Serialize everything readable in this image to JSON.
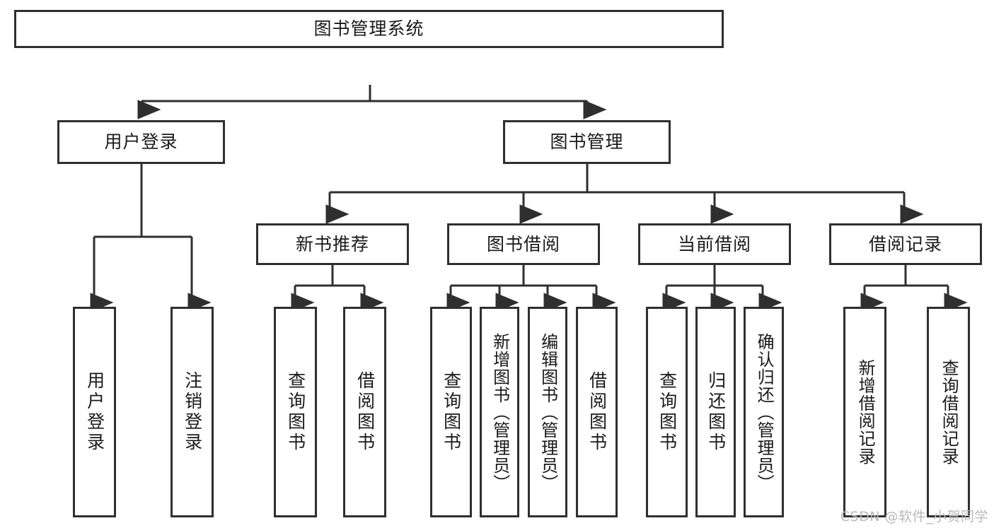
{
  "diagram": {
    "title": "图书管理系统",
    "type": "tree-hierarchy-chart",
    "levels": {
      "root": {
        "label": "图书管理系统"
      },
      "level2": [
        {
          "label": "用户登录"
        },
        {
          "label": "图书管理"
        }
      ],
      "level3": [
        {
          "label": "新书推荐"
        },
        {
          "label": "图书借阅"
        },
        {
          "label": "当前借阅"
        },
        {
          "label": "借阅记录"
        }
      ],
      "leaves": {
        "user_login": [
          {
            "label": "用户登录"
          },
          {
            "label": "注销登录"
          }
        ],
        "new_book_recommend": [
          {
            "label": "查询图书"
          },
          {
            "label": "借阅图书"
          }
        ],
        "book_borrow": [
          {
            "label": "查询图书"
          },
          {
            "label": "新增图书（管理员）"
          },
          {
            "label": "编辑图书（管理员）"
          },
          {
            "label": "借阅图书"
          }
        ],
        "current_borrow": [
          {
            "label": "查询图书"
          },
          {
            "label": "归还图书"
          },
          {
            "label": "确认归还（管理员）"
          }
        ],
        "borrow_record": [
          {
            "label": "新增借阅记录"
          },
          {
            "label": "查询借阅记录"
          }
        ]
      }
    },
    "watermark": "CSDN @软件_小贺同学",
    "colors": {
      "stroke": "#2f2f2f",
      "fill": "#ffffff",
      "text": "#1a1a1a",
      "watermark": "#b9b9b9"
    }
  }
}
